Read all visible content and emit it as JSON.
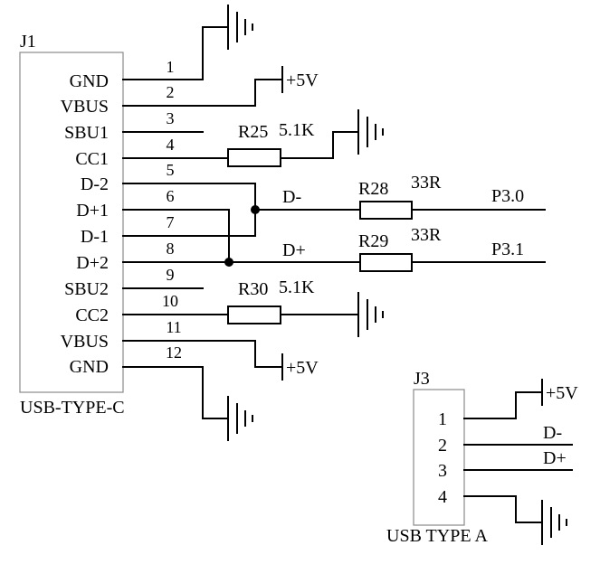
{
  "j1": {
    "ref": "J1",
    "part": "USB-TYPE-C",
    "pins": [
      {
        "name": "GND",
        "num": "1"
      },
      {
        "name": "VBUS",
        "num": "2"
      },
      {
        "name": "SBU1",
        "num": "3"
      },
      {
        "name": "CC1",
        "num": "4"
      },
      {
        "name": "D-2",
        "num": "5"
      },
      {
        "name": "D+1",
        "num": "6"
      },
      {
        "name": "D-1",
        "num": "7"
      },
      {
        "name": "D+2",
        "num": "8"
      },
      {
        "name": "SBU2",
        "num": "9"
      },
      {
        "name": "CC2",
        "num": "10"
      },
      {
        "name": "VBUS",
        "num": "11"
      },
      {
        "name": "GND",
        "num": "12"
      }
    ]
  },
  "j3": {
    "ref": "J3",
    "part": "USB TYPE A",
    "pins": [
      {
        "num": "1"
      },
      {
        "num": "2"
      },
      {
        "num": "3"
      },
      {
        "num": "4"
      }
    ]
  },
  "resistors": {
    "r25": {
      "ref": "R25",
      "value": "5.1K"
    },
    "r28": {
      "ref": "R28",
      "value": "33R"
    },
    "r29": {
      "ref": "R29",
      "value": "33R"
    },
    "r30": {
      "ref": "R30",
      "value": "5.1K"
    }
  },
  "power": {
    "vplus": "+5V"
  },
  "nets": {
    "dminus": "D-",
    "dplus": "D+",
    "p30": "P3.0",
    "p31": "P3.1",
    "j3_dminus": "D-",
    "j3_dplus": "D+"
  }
}
